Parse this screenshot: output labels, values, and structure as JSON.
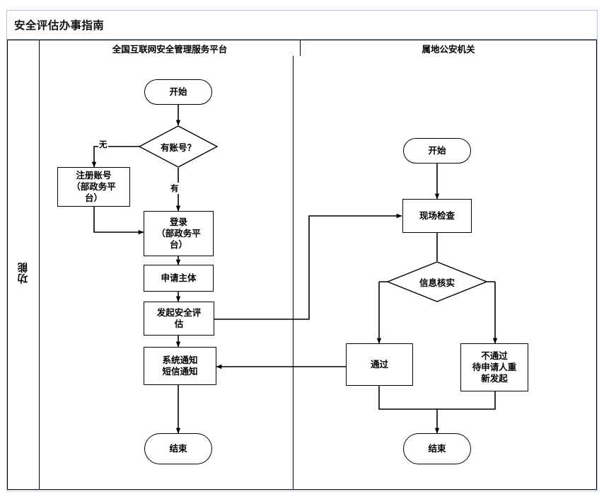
{
  "title": "安全评估办事指南",
  "lane_axis_label": "功能",
  "lanes": {
    "corner_label": "",
    "left_header": "全国互联网安全管理服务平台",
    "right_header": "属地公安机关"
  },
  "nodes": {
    "left_start": "开始",
    "has_account": "有账号？",
    "register": "注册账号\n（部政务平台）",
    "register_line1": "注册账号",
    "register_line2": "（部政务平",
    "register_line3": "台）",
    "login_line1": "登录",
    "login_line2": "（部政务平",
    "login_line3": "台）",
    "apply_subject": "申请主体",
    "initiate_line1": "发起安全评",
    "initiate_line2": "估",
    "notify_line1": "系统通知",
    "notify_line2": "短信通知",
    "left_end": "结束",
    "right_start": "开始",
    "onsite_check": "现场检查",
    "verify_info": "信息核实",
    "pass": "通过",
    "fail_line1": "不通过",
    "fail_line2": "待申请人重",
    "fail_line3": "新发起",
    "right_end": "结束"
  },
  "edge_labels": {
    "no_account": "无",
    "has_account_yes": "有"
  },
  "colors": {
    "frame_border": "#b9c6d8",
    "table_border": "#000000",
    "node_border": "#000000",
    "node_fill": "#ffffff",
    "text": "#000000",
    "page_background": "#ffffff"
  }
}
